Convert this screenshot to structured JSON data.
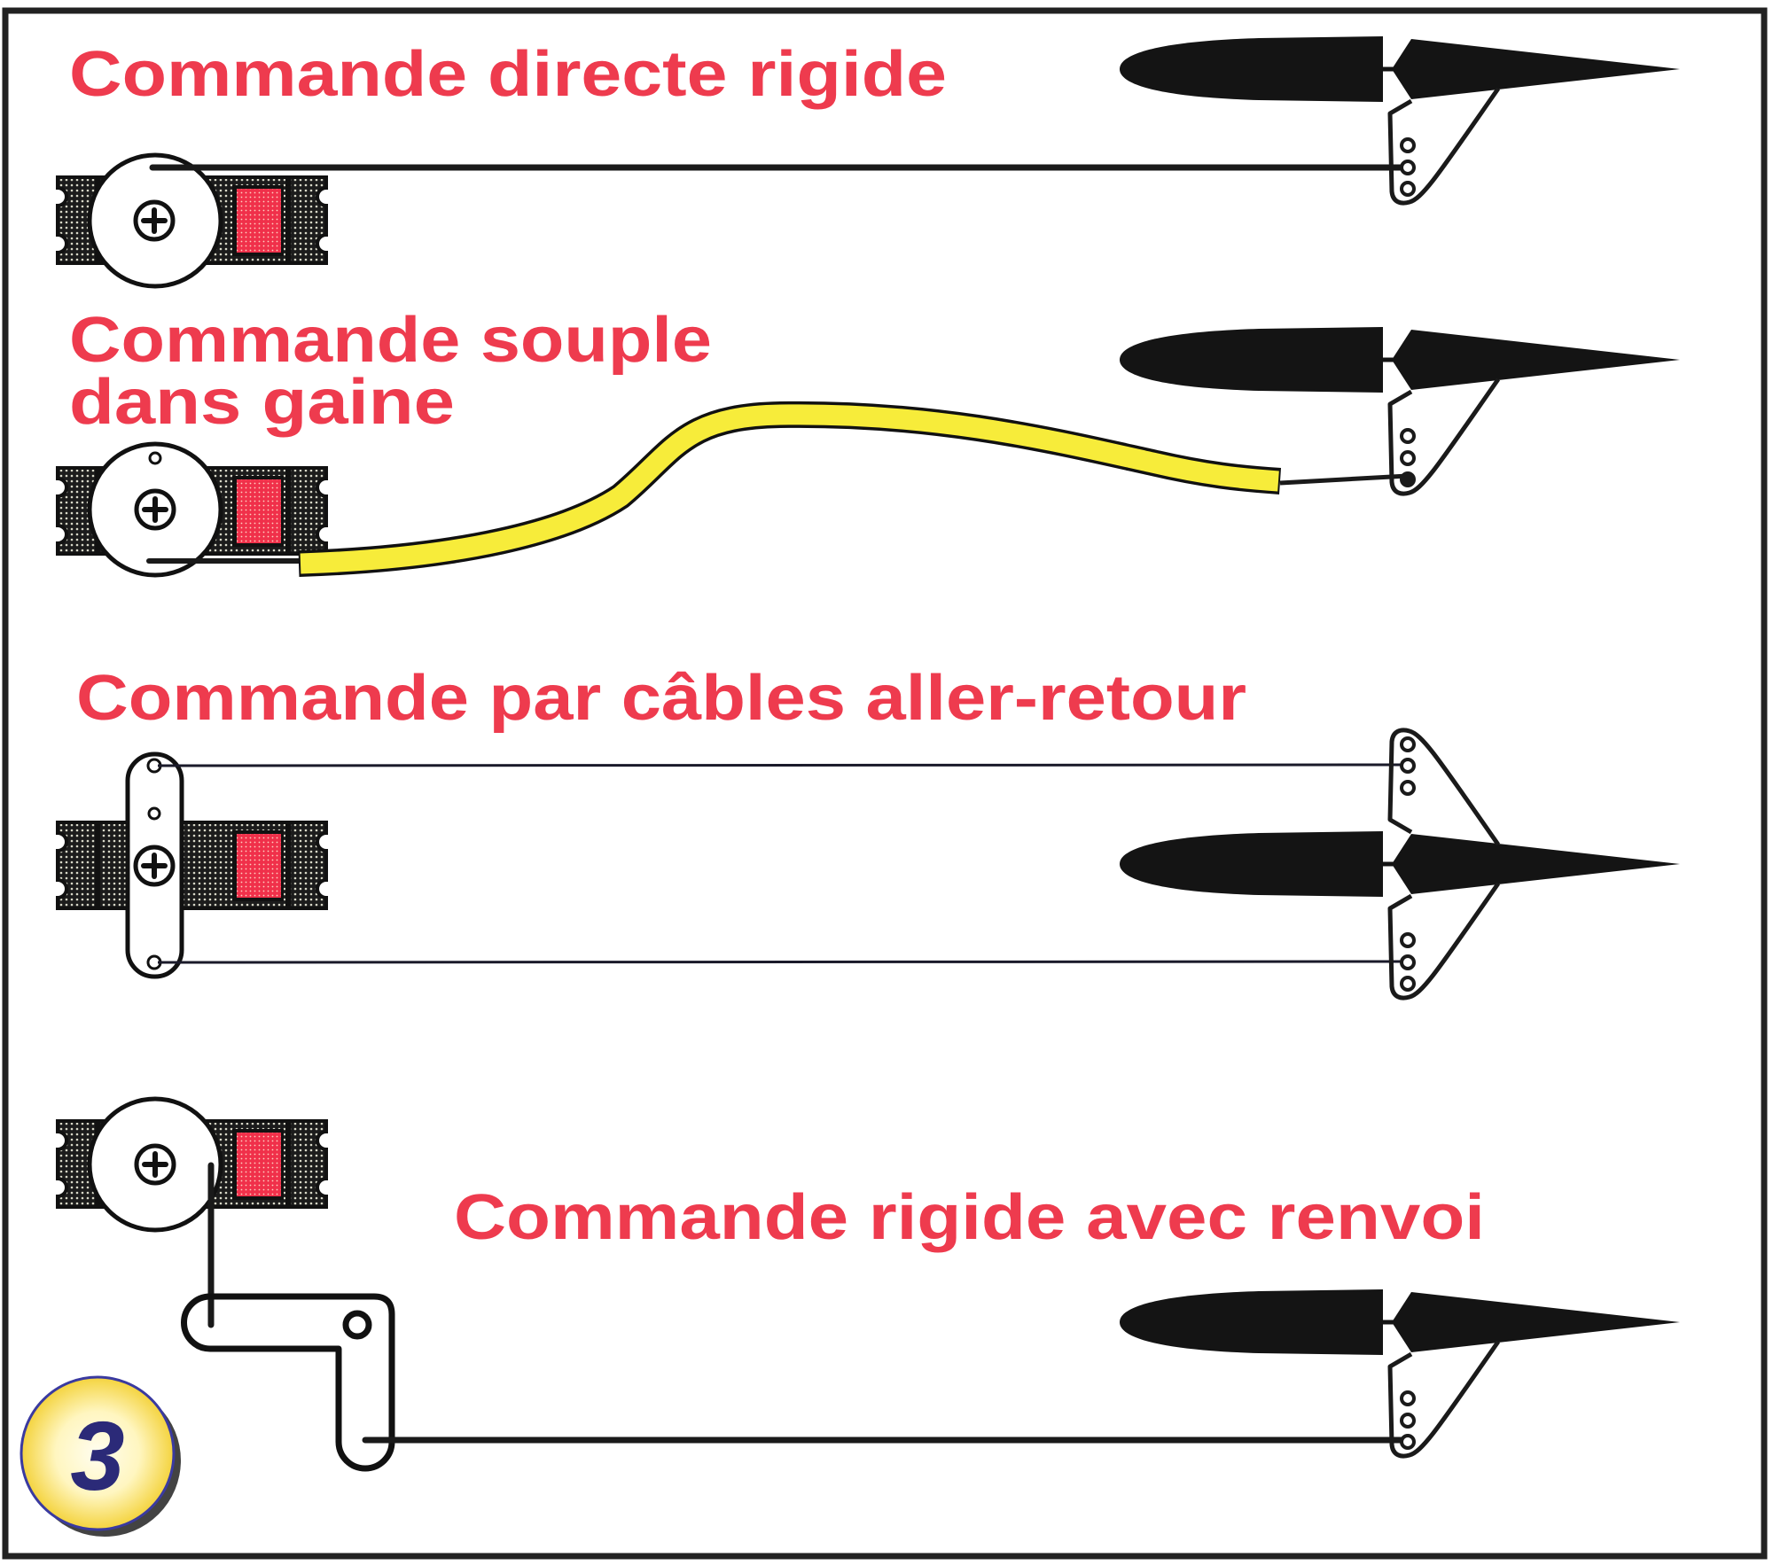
{
  "figure": {
    "badge_number": "3",
    "colors": {
      "title_red": "#ee3b4e",
      "servo_red": "#f0304a",
      "sheath_yellow": "#f7ec3a",
      "badge_yellow": "#f6d94c",
      "badge_digit": "#2b2a78",
      "ink": "#1a1a1a"
    }
  },
  "sections": [
    {
      "id": "direct-rigid",
      "title_lines": [
        "Commande directe rigide"
      ],
      "linkage": "rigid pushrod"
    },
    {
      "id": "flexible-sheath",
      "title_lines": [
        "Commande souple",
        "dans gaine"
      ],
      "linkage": "flexible cable in yellow sheath"
    },
    {
      "id": "pull-pull-cables",
      "title_lines": [
        "Commande par câbles aller-retour"
      ],
      "linkage": "pull-pull cables"
    },
    {
      "id": "rigid-bellcrank",
      "title_lines": [
        "Commande rigide avec renvoi"
      ],
      "linkage": "rigid pushrod with bellcrank"
    }
  ]
}
